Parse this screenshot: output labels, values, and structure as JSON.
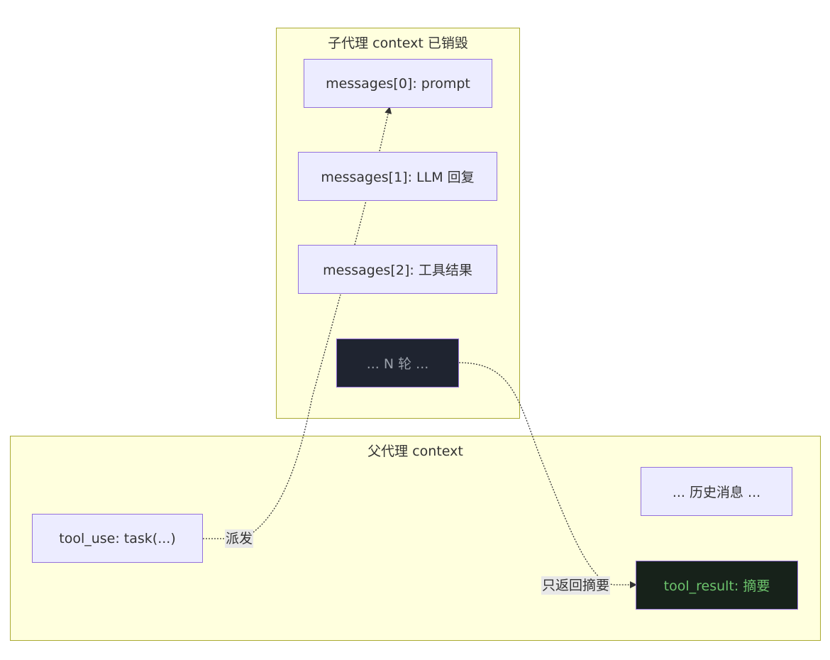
{
  "subagent": {
    "title": "子代理 context 已销毁",
    "messages": [
      "messages[0]: prompt",
      "messages[1]: LLM 回复",
      "messages[2]: 工具结果"
    ],
    "rounds": "... N 轮 ..."
  },
  "parent": {
    "title": "父代理 context",
    "history": "... 历史消息 ...",
    "tool_use": "tool_use: task(...)",
    "tool_result": "tool_result: 摘要"
  },
  "edges": {
    "dispatch_label": "派发",
    "return_label": "只返回摘要"
  },
  "colors": {
    "cluster_fill": "#ffffde",
    "cluster_border": "#aaaa33",
    "node_fill": "#ececff",
    "node_border": "#9370db",
    "dark_node_fill": "#1f2430",
    "result_text": "#6cc36c"
  }
}
